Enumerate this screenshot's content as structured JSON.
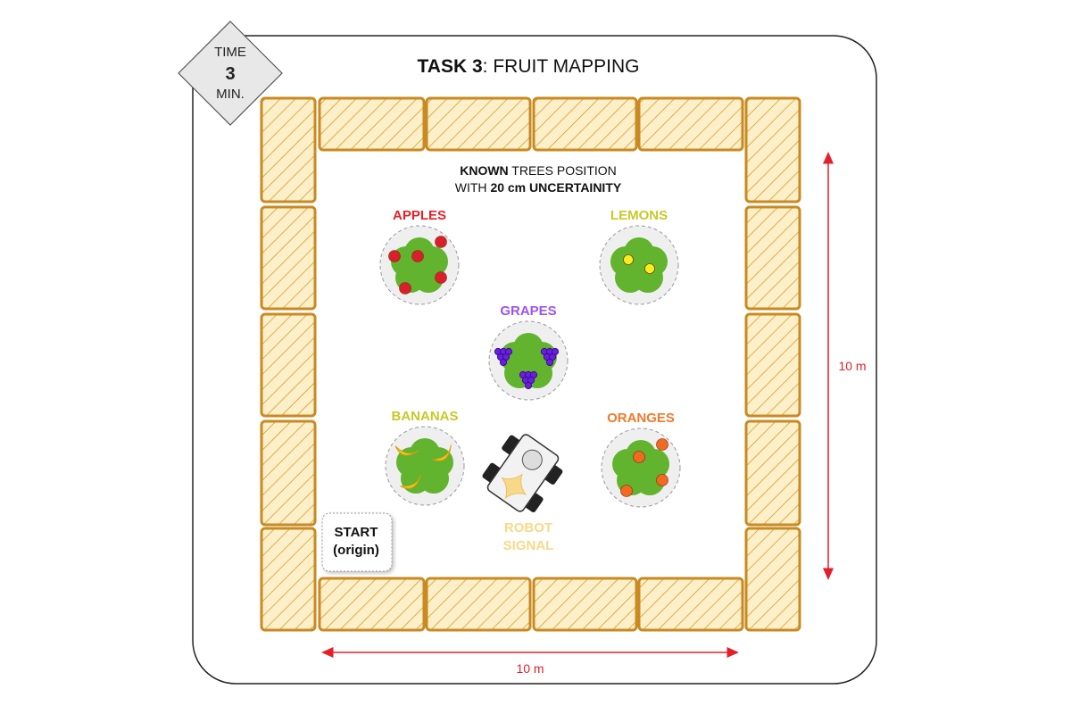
{
  "title": {
    "bold": "TASK 3",
    "rest": ": FRUIT MAPPING"
  },
  "time_badge": {
    "line1": "TIME",
    "value": "3",
    "line3": "MIN."
  },
  "note": {
    "l1_bold": "KNOWN",
    "l1_rest": " TREES POSITION",
    "l2_a": "WITH ",
    "l2_bold1": "20 cm",
    "l2_bold2": " UNCERTAINITY"
  },
  "trees": [
    {
      "label": "APPLES",
      "color": "#e3202a"
    },
    {
      "label": "LEMONS",
      "color": "#c8c82a"
    },
    {
      "label": "GRAPES",
      "color": "#9b55f0"
    },
    {
      "label": "BANANAS",
      "color": "#c8c82a"
    },
    {
      "label": "ORANGES",
      "color": "#f07a2a"
    }
  ],
  "robot": {
    "line1": "ROBOT",
    "line2": "SIGNAL",
    "color": "#f8d98a"
  },
  "start": {
    "line1": "START",
    "line2": "(origin)"
  },
  "dimensions": {
    "height": "10 m",
    "width": "10 m",
    "color": "#e3202a"
  },
  "colors": {
    "bale_fill": "#fdf0c8",
    "bale_stroke": "#c98a22",
    "tree_green": "#62b32e"
  }
}
